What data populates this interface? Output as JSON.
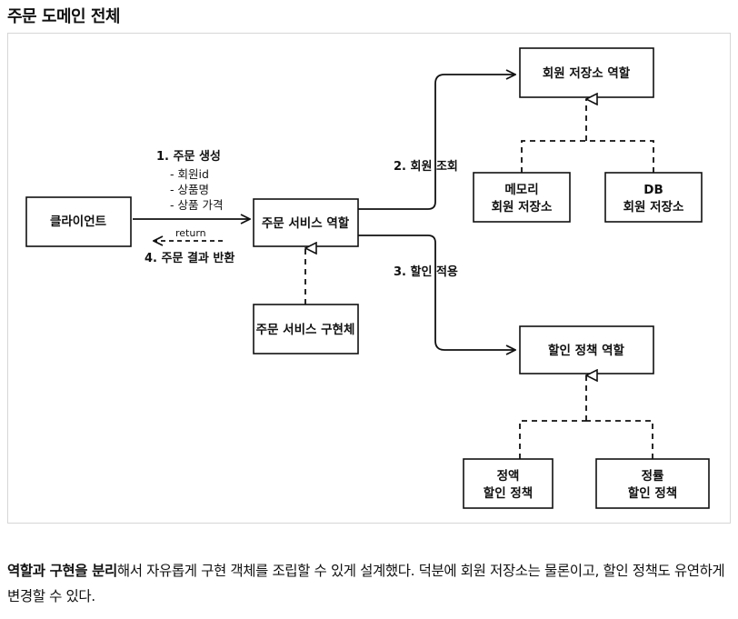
{
  "page": {
    "title": "주문 도메인 전체"
  },
  "diagram": {
    "nodes": {
      "client": "클라이언트",
      "order_service_role": "주문 서비스 역할",
      "order_service_impl": "주문 서비스 구현체",
      "member_repo_role": "회원 저장소 역할",
      "memory_repo_line1": "메모리",
      "memory_repo_line2": "회원 저장소",
      "db_repo_line1": "DB",
      "db_repo_line2": "회원 저장소",
      "discount_policy_role": "할인 정책 역할",
      "fixed_discount_line1": "정액",
      "fixed_discount_line2": "할인 정책",
      "rate_discount_line1": "정률",
      "rate_discount_line2": "할인 정책"
    },
    "edges": {
      "create_order": "1. 주문 생성",
      "param_member_id": "- 회원id",
      "param_item_name": "- 상품명",
      "param_item_price": "- 상품 가격",
      "return": "return",
      "return_result": "4. 주문 결과 반환",
      "lookup_member": "2. 회원 조회",
      "apply_discount": "3. 할인 적용"
    }
  },
  "caption": {
    "bold_part": "역할과 구현을 분리",
    "rest": "해서 자유롭게 구현 객체를 조립할 수 있게 설계했다. 덕분에 회원 저장소는 물론이고, 할인 정책도 유연하게 변경할 수 있다."
  }
}
